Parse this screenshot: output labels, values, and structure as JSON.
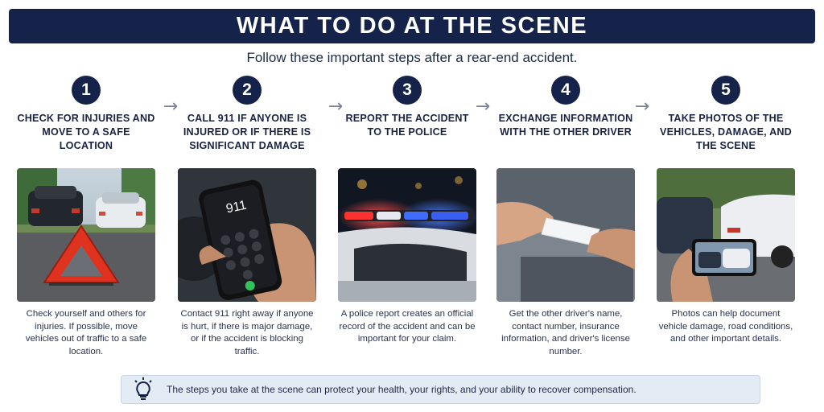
{
  "header": {
    "title": "WHAT TO DO AT THE SCENE"
  },
  "subtitle": "Follow these important steps after a rear-end accident.",
  "steps": [
    {
      "number": "1",
      "title": "CHECK FOR INJURIES AND MOVE TO A SAFE LOCATION",
      "description": "Check yourself and others for injuries. If possible, move vehicles out of traffic to a safe location."
    },
    {
      "number": "2",
      "title": "CALL 911 IF ANYONE IS INJURED OR IF THERE IS SIGNIFICANT DAMAGE",
      "description": "Contact 911 right away if anyone is hurt, if there is major damage, or if the accident is blocking traffic.",
      "phone_screen_text": "911"
    },
    {
      "number": "3",
      "title": "REPORT THE ACCIDENT TO THE POLICE",
      "description": "A police report creates an official record of the accident and can be important for your claim."
    },
    {
      "number": "4",
      "title": "EXCHANGE INFORMATION WITH THE OTHER DRIVER",
      "description": "Get the other driver's name, contact number, insurance information, and driver's license number."
    },
    {
      "number": "5",
      "title": "TAKE PHOTOS OF THE VEHICLES, DAMAGE, AND THE SCENE",
      "description": "Photos can help document vehicle damage, road conditions, and other important details."
    }
  ],
  "arrow_glyph": "→",
  "tip": {
    "icon": "lightbulb-icon",
    "text": "The steps you take at the scene can protect your health, your rights, and your ability to recover compensation."
  },
  "colors": {
    "navy": "#15224a",
    "tip_background": "#e3ebf5",
    "arrow": "#7b8293",
    "warning_red": "#e0331f"
  }
}
